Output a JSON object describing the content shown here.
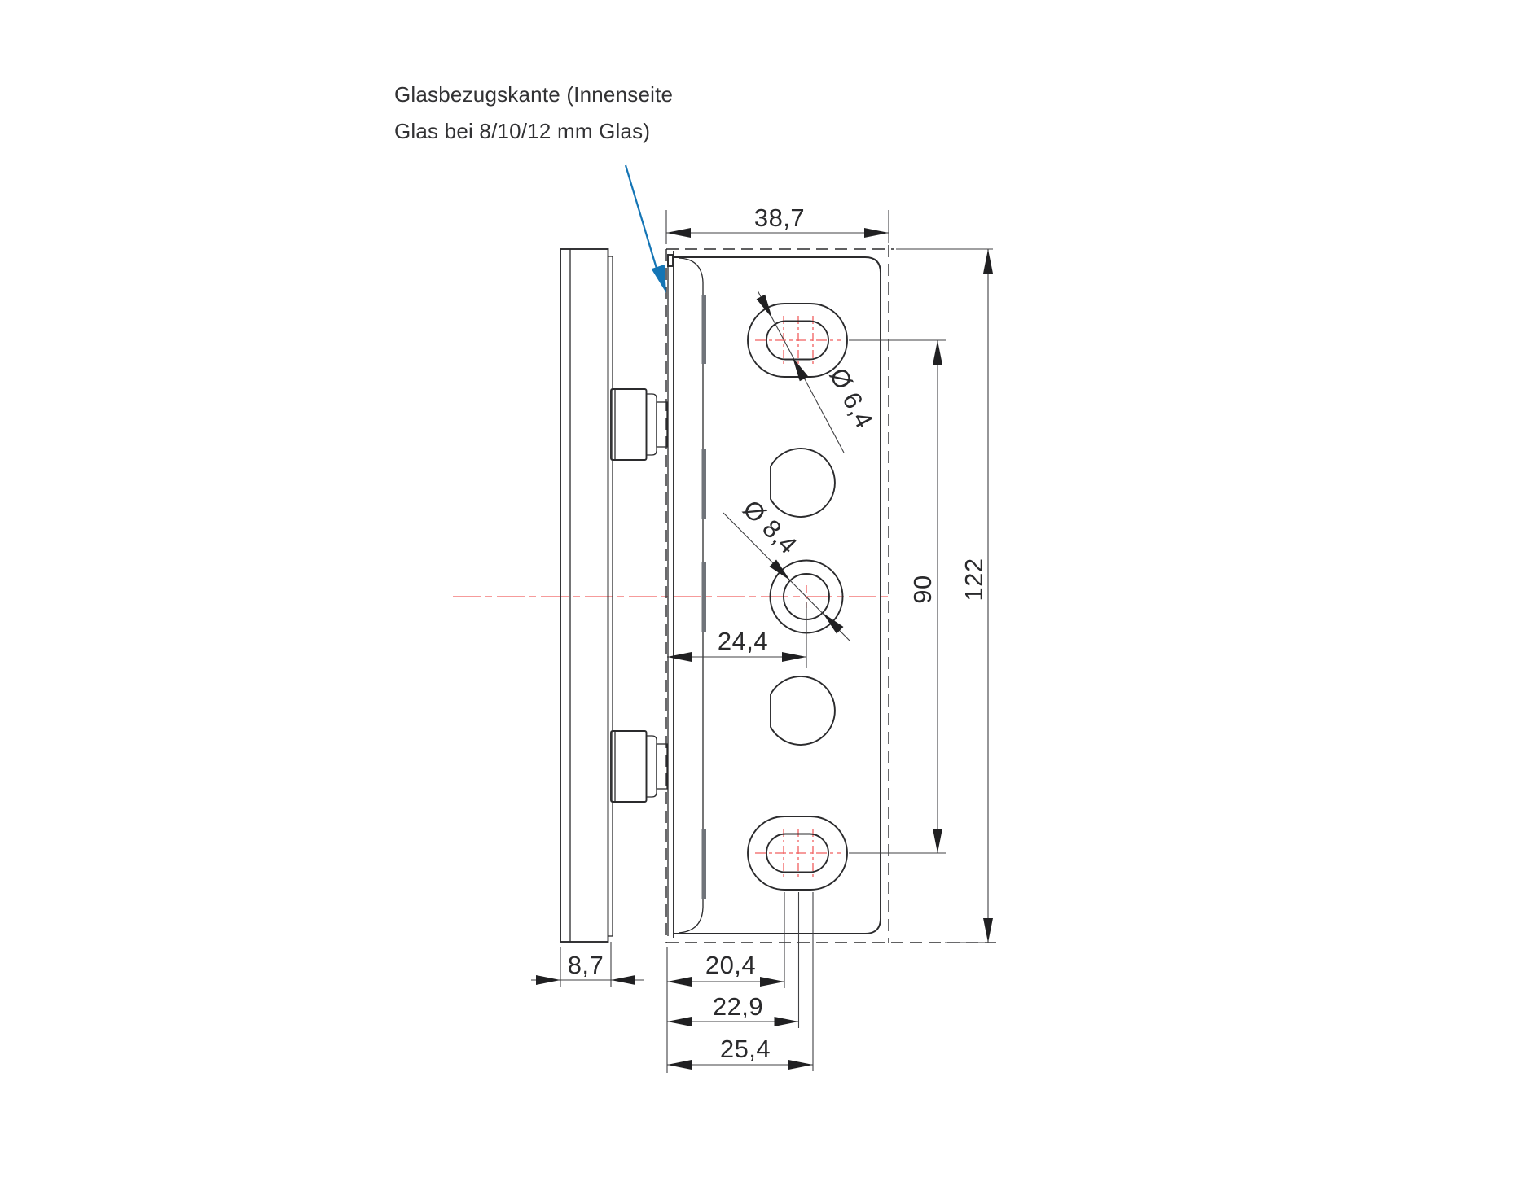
{
  "drawing": {
    "note_line1": "Glasbezugskante (Innenseite",
    "note_line2": "Glas bei 8/10/12 mm Glas)",
    "dims": {
      "top_width": "38,7",
      "slot_dia": "Ø 6,4",
      "hole_dia": "Ø 8,4",
      "hole_spacing": "90",
      "overall_height": "122",
      "center_offset": "24,4",
      "glass_thickness": "8,7",
      "edge_dim_1": "20,4",
      "edge_dim_2": "22,9",
      "edge_dim_3": "25,4"
    }
  },
  "colors": {
    "line": "#2b2b2d",
    "dim": "#414143",
    "arrow": "#202022",
    "red": "#f15f5f",
    "blue": "#1475b5",
    "gray": "#70747a",
    "text": "#2a2a2c",
    "note": "#323234",
    "bg": "#ffffff"
  }
}
